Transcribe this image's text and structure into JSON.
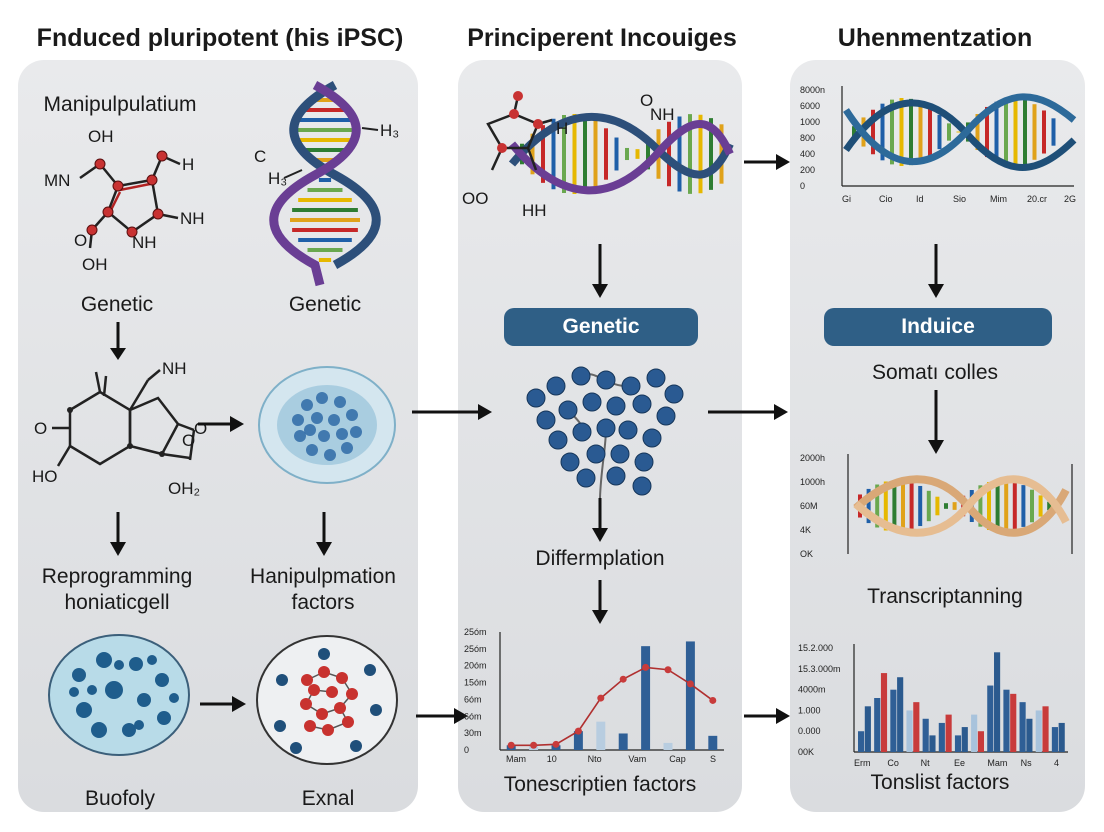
{
  "columns": [
    {
      "title": "Fnduced pluripotent (his iPSC)"
    },
    {
      "title": "Principerent Incouiges"
    },
    {
      "title": "Uhenmentzation"
    }
  ],
  "panel1": {
    "top_label": "Manipulpulatium",
    "genetic_left": "Genetic",
    "genetic_right": "Genetic",
    "reprog_line1": "Reprogramming",
    "reprog_line2": "honiaticgell",
    "hanip_line1": "Hanipulpmation",
    "hanip_line2": "factors",
    "bottom_left": "Buofoly",
    "bottom_right": "Exnal",
    "mol1_atoms": [
      "OH",
      "MN",
      "H",
      "NH",
      "NH",
      "O",
      "OH"
    ],
    "mol2_atoms": [
      "C",
      "H₃",
      "H₃"
    ],
    "mol3_atoms": [
      "NH",
      "O",
      "O",
      "HO",
      "O",
      "OH₂"
    ]
  },
  "panel2": {
    "mol_atoms": [
      "O",
      "NH",
      "H",
      "OO",
      "HH"
    ],
    "pill_label": "Genetic",
    "diff_label": "Differmplation",
    "bottom_label": "Tonescriptien factors",
    "chart_ticks_y": [
      "25óm",
      "25óm",
      "20óm",
      "15óm",
      "6óm",
      "6óm",
      "30m",
      "0"
    ],
    "chart_ticks_x": [
      "Mam",
      "10",
      "Nto",
      "Vam",
      "Cap",
      "S"
    ]
  },
  "panel3": {
    "pill_label": "Induice",
    "somat_label": "Somatı colles",
    "transcript_label": "Transcriptanning",
    "bottom_label": "Tonslist factors",
    "dna1_ticks_y": [
      "8000n",
      "6000",
      "1000",
      "800",
      "400",
      "200",
      "0"
    ],
    "dna1_ticks_x": [
      "Gi",
      "Cio",
      "Id",
      "Sio",
      "Mim",
      "20.cr",
      "2G"
    ],
    "dna2_ticks_y": [
      "2000h",
      "1000h",
      "60M",
      "4K",
      "OK"
    ],
    "bars_ticks_y": [
      "15.2.000",
      "15.3.000m",
      "4000m",
      "1.000",
      "0.000",
      "00K"
    ],
    "bars_ticks_x": [
      "Erm",
      "Co",
      "Nt",
      "Ee",
      "Mam",
      "Ns",
      "4"
    ]
  },
  "chart_data": [
    {
      "type": "bar",
      "categories": [
        "Mam",
        "10",
        "Nto",
        "Vam",
        "Cap",
        "S"
      ],
      "series": [
        {
          "values": [
            10,
            10,
            10,
            40,
            60,
            35,
            220,
            15,
            230,
            30
          ]
        },
        {
          "values": [
            10,
            10,
            12,
            40,
            110,
            150,
            175,
            170,
            140,
            105
          ]
        }
      ],
      "ylim": [
        0,
        250
      ]
    },
    {
      "type": "bar",
      "categories": [
        "Erm",
        "Co",
        "Nt",
        "Ee",
        "Mam",
        "Ns",
        "4"
      ],
      "series": [
        {
          "values": [
            25,
            65,
            75,
            50,
            40,
            35,
            20,
            45,
            80,
            75,
            60,
            50,
            30
          ]
        },
        {
          "values": [
            55,
            95,
            90,
            60,
            20,
            45,
            30,
            25,
            120,
            70,
            40,
            55,
            35
          ]
        }
      ]
    }
  ],
  "colors": {
    "panel": "#e3e5e8",
    "pill": "#2f5f86",
    "dna_blue": "#2d4f7a",
    "dna_purple": "#6a3e94",
    "dna_tan": "#d9a877",
    "bar_blue": "#2f5f96",
    "bar_red": "#c83b3b",
    "bead_blue": "#2a5a92",
    "bead_red": "#c8322f"
  }
}
